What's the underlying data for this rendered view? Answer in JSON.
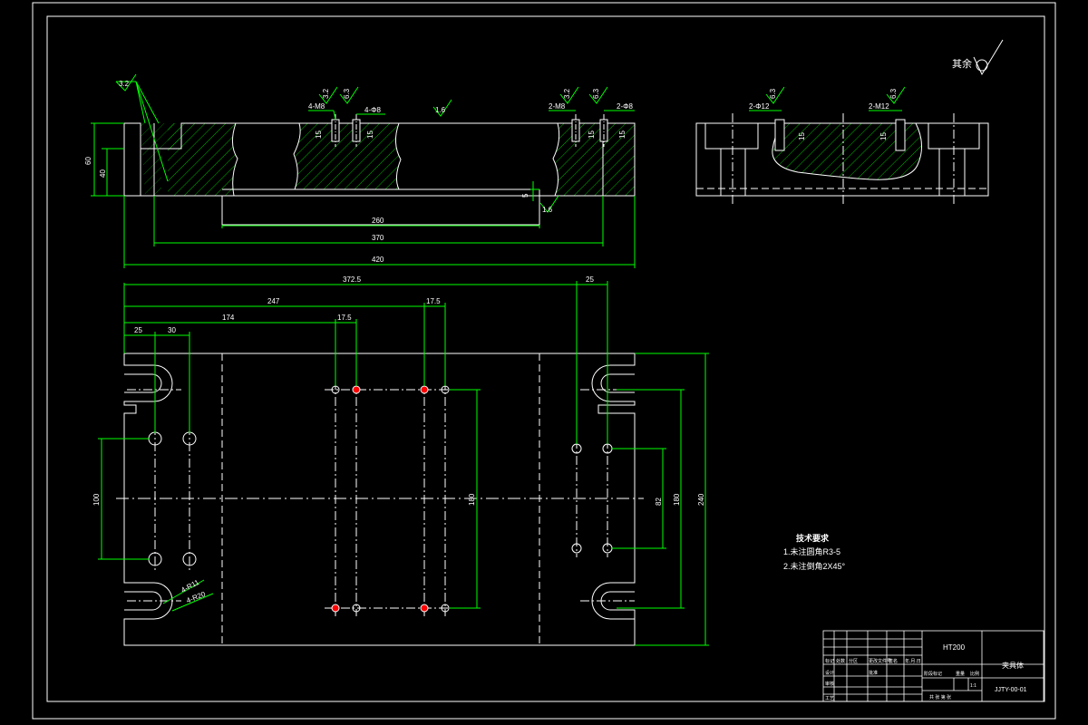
{
  "drawing": {
    "surface_finish_rest": "其余",
    "roughness_top": "3.2",
    "roughness_mid": "1.6",
    "roughness_holes_a": "3.2",
    "roughness_holes_b": "6.3",
    "roughness_right_a": "3.2",
    "roughness_right_b": "6.3",
    "roughness_bottom": "1.6",
    "roughness_m12_a": "6.3",
    "roughness_m12_b": "6.3"
  },
  "front_view": {
    "label_holes_left_a": "4-M8",
    "label_holes_left_b": "4-Φ8",
    "label_holes_right_a": "2-M8",
    "label_holes_right_b": "2-Φ8",
    "dim_height_total": "60",
    "dim_height_lower": "40",
    "dim_slot_depth": "5",
    "dim_260": "260",
    "dim_370": "370",
    "dim_420": "420",
    "hole_depth_a": "15",
    "hole_depth_b": "15",
    "hole_depth_c": "15",
    "hole_depth_d": "15"
  },
  "side_view": {
    "label_m12_left": "2-Φ12",
    "label_m12_right": "2-M12",
    "hole_depth_l": "15",
    "hole_depth_r": "15"
  },
  "top_view": {
    "dim_3725": "372.5",
    "dim_247": "247",
    "dim_174": "174",
    "dim_175_a": "17.5",
    "dim_175_b": "17.5",
    "dim_25_right": "25",
    "dim_25_left": "25",
    "dim_30": "30",
    "dim_100": "100",
    "dim_180_mid": "180",
    "dim_82": "82",
    "dim_180_right": "180",
    "dim_240": "240",
    "dim_radius_a": "4-R11",
    "dim_radius_b": "4-R20"
  },
  "notes": {
    "title": "技术要求",
    "line1": "1.未注圆角R3-5",
    "line2": "2.未注倒角2X45°"
  },
  "title_block": {
    "material": "HT200",
    "part_name": "夹具体",
    "drawing_no": "JJTY-00-01",
    "row_labels": [
      "标记",
      "设计",
      "审核",
      "工艺"
    ],
    "header_cells": [
      "处数",
      "分区",
      "更改文件号",
      "签名",
      "年.月.日"
    ],
    "stage_label": "阶段标记",
    "weight_label": "重量",
    "scale_label": "比例",
    "scale_value": "1:1",
    "sheet_info": "共 张 第 张",
    "approve_label": "批准"
  },
  "colors": {
    "outline": "#ffffff",
    "dimension": "#00ff00",
    "hatch": "#00ff00",
    "centerline": "#ffffff",
    "hole_marked": "#ff0000"
  }
}
